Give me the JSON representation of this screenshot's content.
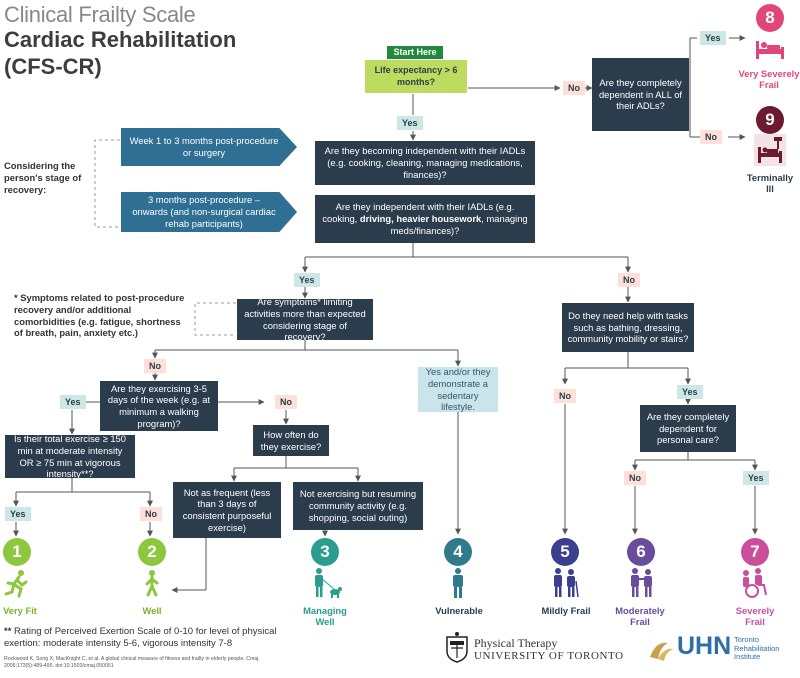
{
  "title": {
    "line1": "Clinical Frailty Scale",
    "line2": "Cardiac Rehabilitation",
    "line3": "(CFS-CR)"
  },
  "start": {
    "label": "Start Here",
    "question": "Life expectancy > 6 months?"
  },
  "answers": {
    "yes": "Yes",
    "no": "No"
  },
  "stage": {
    "label": "Considering the person's stage of recovery:",
    "week": "Week 1 to 3 months post-procedure or surgery",
    "months": "3 months post-procedure – onwards (and non-surgical cardiac rehab participants)"
  },
  "questions": {
    "dependent_adls": "Are they completely dependent in ALL of their ADLs?",
    "becoming_independent": "Are they becoming independent with their IADLs (e.g. cooking, cleaning, managing medications, finances)?",
    "independent_a": "Are they independent with their IADLs (e.g. cooking, ",
    "independent_b": "driving, heavier housework",
    "independent_c": ", managing meds/finances)?",
    "symptoms": "Are symptoms* limiting activities more than expected considering stage of recovery?",
    "exercising": "Are they exercising 3-5 days of the week (e.g. at minimum a walking program)?",
    "total_exercise": "Is their total exercise ≥ 150 min at moderate intensity OR ≥ 75 min at vigorous intensity**?",
    "how_often": "How often do they exercise?",
    "not_as_frequent": "Not as frequent (less than 3 days of consistent purposeful exercise)",
    "not_exercising": "Not exercising but resuming community activity (e.g. shopping, social outing)",
    "sedentary": "Yes and/or they demonstrate a sedentary lifestyle.",
    "need_help": "Do they need help with tasks such as bathing, dressing, community mobility or stairs?",
    "dependent_care": "Are they completely dependent for personal care?"
  },
  "symptoms_note": "* Symptoms related to post-procedure recovery and/or additional comorbidities (e.g. fatigue, shortness of breath, pain, anxiety etc.)",
  "levels": [
    {
      "num": "1",
      "label": "Very Fit",
      "color": "#8dc63f",
      "icon": "running-person-icon"
    },
    {
      "num": "2",
      "label": "Well",
      "color": "#8dc63f",
      "icon": "walking-person-icon"
    },
    {
      "num": "3",
      "label": "Managing Well",
      "color": "#2a9d8f",
      "icon": "person-with-dog-icon"
    },
    {
      "num": "4",
      "label": "Vulnerable",
      "color": "#2f7a8c",
      "icon": "standing-person-icon"
    },
    {
      "num": "5",
      "label": "Mildly Frail",
      "color": "#3b3f8f",
      "icon": "two-persons-cane-icon"
    },
    {
      "num": "6",
      "label": "Moderately Frail",
      "color": "#6a4c9c",
      "icon": "person-assisted-icon"
    },
    {
      "num": "7",
      "label": "Severely Frail",
      "color": "#c94f9d",
      "icon": "person-wheelchair-icon"
    },
    {
      "num": "8",
      "label": "Very Severely Frail",
      "color": "#e0467a",
      "icon": "person-in-bed-icon"
    },
    {
      "num": "9",
      "label": "Terminally Ill",
      "color": "#6b1b2d",
      "icon": "hospital-bed-icon"
    }
  ],
  "footer": {
    "rpe_star": "**",
    "rpe": "Rating of Perceived Exertion Scale of 0-10 for level of physical exertion: moderate intensity 5-6, vigorous intensity 7-8",
    "citation": "Rockwood K, Song X, MacKnight C, et al. A global clinical measure of fitness and frailty in elderly people. Cmaj. 2005;173(5):489-495. doi:10.1503/cmaj.050051",
    "pt_line1": "Physical Therapy",
    "pt_line2": "UNIVERSITY OF TORONTO",
    "uhn": "UHN",
    "tri_line1": "Toronto",
    "tri_line2": "Rehabilitation",
    "tri_line3": "Institute"
  }
}
